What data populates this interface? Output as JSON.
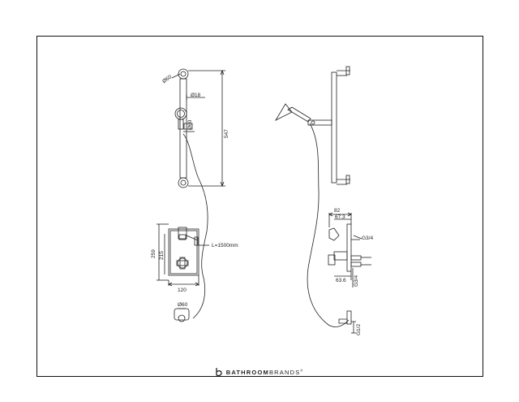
{
  "dimensions": {
    "wall_bracket_dia": "Ø60",
    "rail_dia": "Ø18",
    "holder_dia": "Ø60",
    "rail_height": "547",
    "hose_length": "L=1500mm",
    "valve_height": "259",
    "valve_inner": "215",
    "valve_width": "120",
    "outlet_dia": "Ø60",
    "side_depth": "82",
    "side_depth_inner": "67.3",
    "inlet_thread": "G3/4",
    "side_min": "63.6",
    "side_thread": "G3/4",
    "outlet_thread": "G1/2"
  },
  "brand": {
    "part1": "BATHROOM",
    "part2": "BRANDS",
    "mark": "®"
  }
}
